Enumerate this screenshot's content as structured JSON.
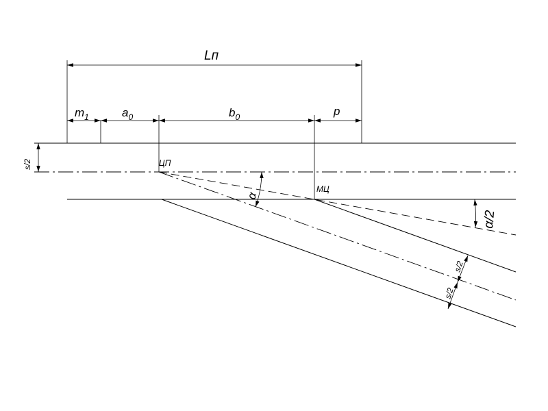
{
  "labels": {
    "Ln": "Lп",
    "m1": "m",
    "m1_sub": "1",
    "a0": "a",
    "a0_sub": "0",
    "b0": "b",
    "b0_sub": "0",
    "p": "p",
    "s2": "s/2",
    "cp": "ЦП",
    "mc": "МЦ",
    "alpha": "α",
    "alpha2": "α/2"
  },
  "colors": {
    "line": "#000000",
    "background": "#ffffff"
  }
}
